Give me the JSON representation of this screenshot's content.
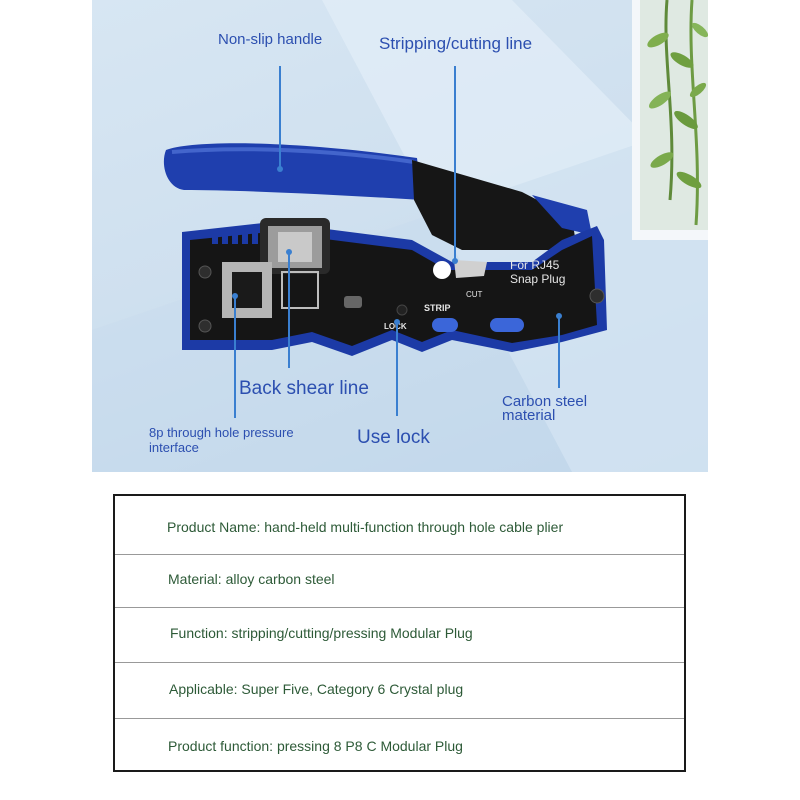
{
  "callouts": {
    "handle": "Non-slip handle",
    "strip_cut_line": "Stripping/cutting line",
    "back_shear": "Back shear line",
    "interface_line1": "8p through hole pressure",
    "interface_line2": "interface",
    "use_lock": "Use lock",
    "material_line1": "Carbon steel",
    "material_line2": "material"
  },
  "tool_labels": {
    "model_line1": "For RJ45",
    "model_line2": "Snap Plug",
    "strip": "STRIP",
    "cut": "CUT",
    "lock": "LOCK"
  },
  "spec_rows": [
    "Product Name: hand-held multi-function through hole cable plier",
    "Material: alloy carbon steel",
    "Function: stripping/cutting/pressing Modular Plug",
    "Applicable: Super Five, Category 6 Crystal plug",
    "Product function: pressing 8 P8 C Modular Plug"
  ],
  "colors": {
    "callout_text": "#2c4fb0",
    "leader_line": "#3a7fd0",
    "tool_blue": "#1f3fae",
    "tool_black": "#161616",
    "table_text": "#2d5a37"
  }
}
